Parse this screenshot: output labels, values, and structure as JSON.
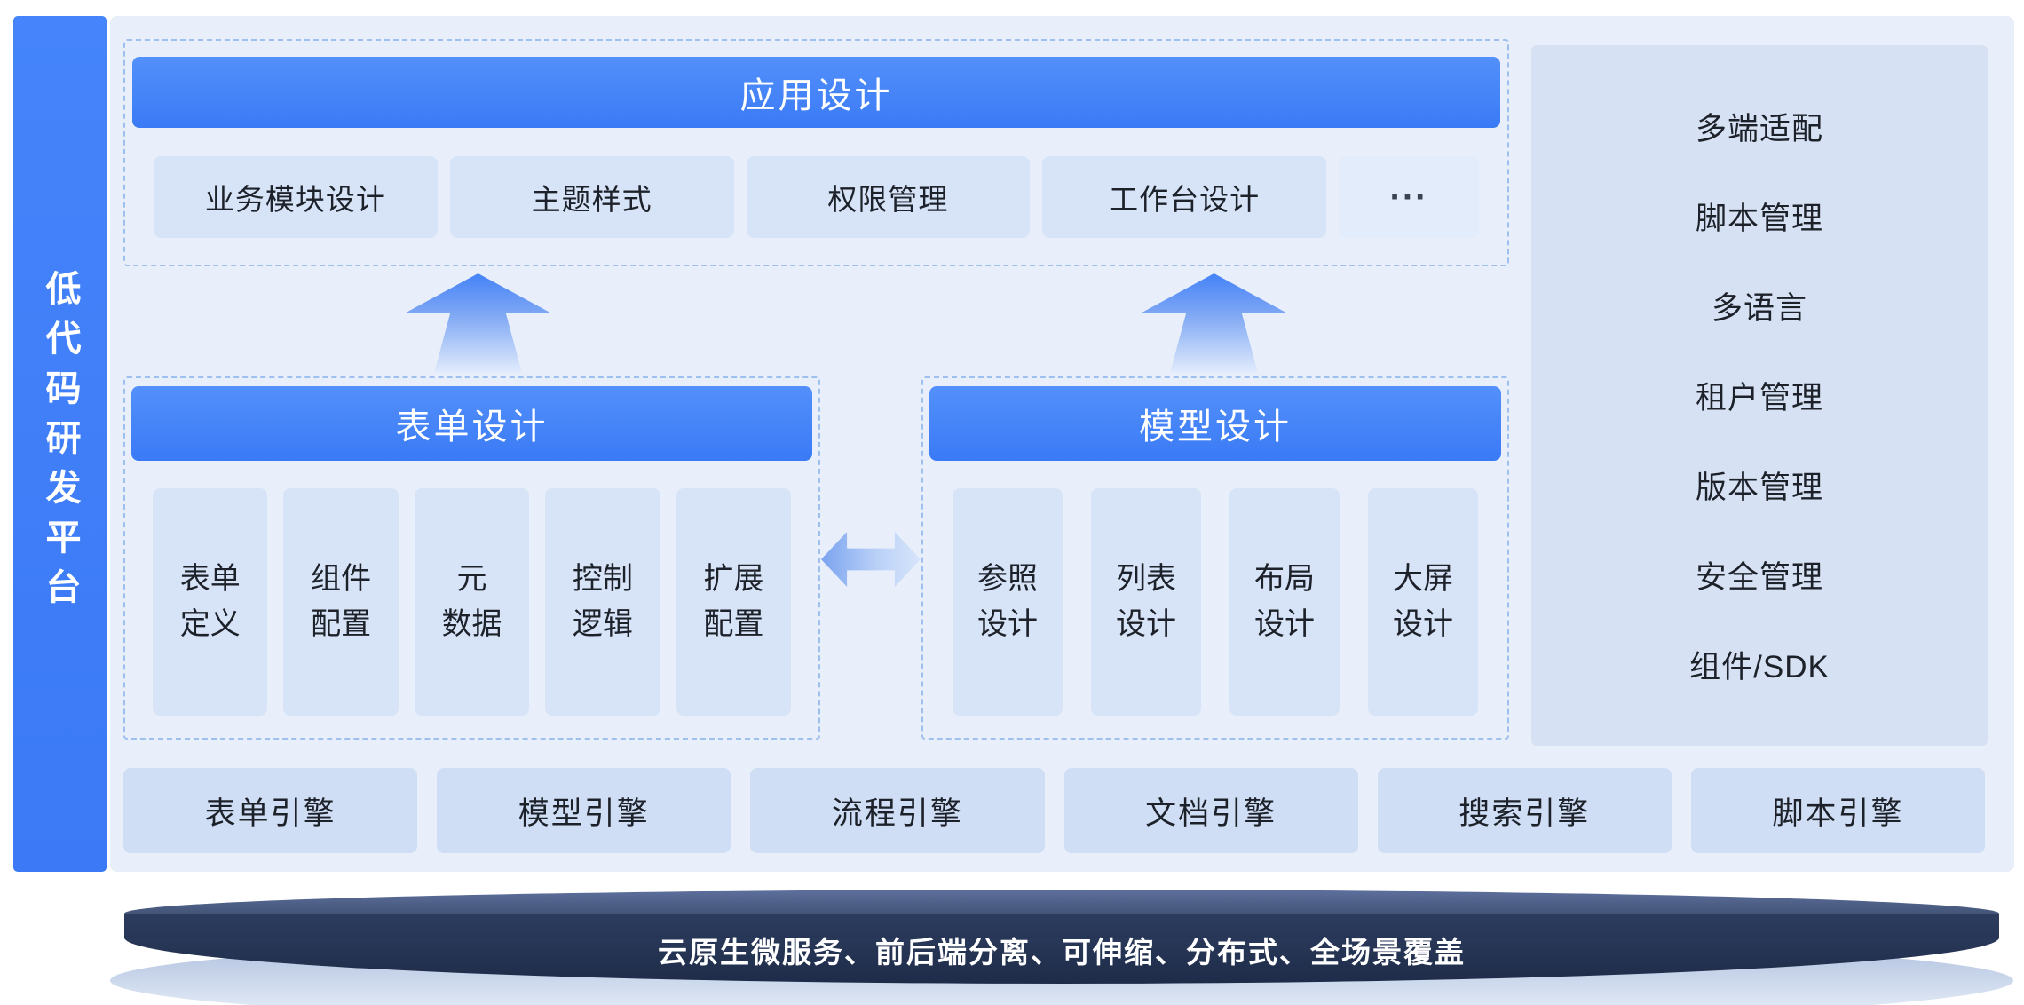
{
  "sidebar": {
    "title": "低代码研发平台"
  },
  "app_design": {
    "header": "应用设计",
    "items": [
      "业务模块设计",
      "主题样式",
      "权限管理",
      "工作台设计",
      "···"
    ]
  },
  "form_design": {
    "header": "表单设计",
    "items": [
      "表单\n定义",
      "组件\n配置",
      "元\n数据",
      "控制\n逻辑",
      "扩展\n配置"
    ]
  },
  "model_design": {
    "header": "模型设计",
    "items": [
      "参照\n设计",
      "列表\n设计",
      "布局\n设计",
      "大屏\n设计"
    ]
  },
  "capabilities": [
    "多端适配",
    "脚本管理",
    "多语言",
    "租户管理",
    "版本管理",
    "安全管理",
    "组件/SDK"
  ],
  "engines": [
    "表单引擎",
    "模型引擎",
    "流程引擎",
    "文档引擎",
    "搜索引擎",
    "脚本引擎"
  ],
  "footer": {
    "label": "云原生微服务、前后端分离、可伸缩、分布式、全场景覆盖"
  },
  "colors": {
    "accent_blue": "#3d7ef8",
    "light_box": "#d7e4f8",
    "panel_bg": "#e9effa",
    "right_panel_bg": "#d6e2f4",
    "engine_box": "#cfdef5",
    "pedestal_dark": "#24334f",
    "pedestal_rim": "#c4d2e9",
    "dashed_border": "#9ec0ef"
  }
}
